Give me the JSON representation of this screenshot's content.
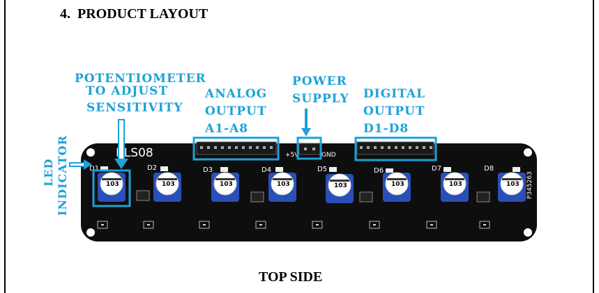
{
  "section_title": "4.  PRODUCT LAYOUT",
  "footer_caption": "TOP SIDE",
  "callouts": {
    "potentiometer": [
      "POTENTIOMETER",
      "TO ADJUST",
      "SENSITIVITY"
    ],
    "analog": [
      "ANALOG",
      "OUTPUT",
      "A1-A8"
    ],
    "power": [
      "POWER",
      "SUPPLY"
    ],
    "digital": [
      "DIGITAL",
      "OUTPUT",
      "D1-D8"
    ],
    "led": [
      "LED",
      "INDICATOR"
    ]
  },
  "board": {
    "model": "RLS08",
    "plus5v": "+5V",
    "gnd": "GND",
    "pot_marking": "103",
    "serial": "P345263",
    "led_labels": [
      "D1",
      "D2",
      "D3",
      "D4",
      "D5",
      "D6",
      "D7",
      "D8"
    ]
  },
  "colors": {
    "callout_blue": "#1da1d8",
    "pcb_black": "#0e0e0e",
    "pot_blue": "#2a4fb8"
  }
}
